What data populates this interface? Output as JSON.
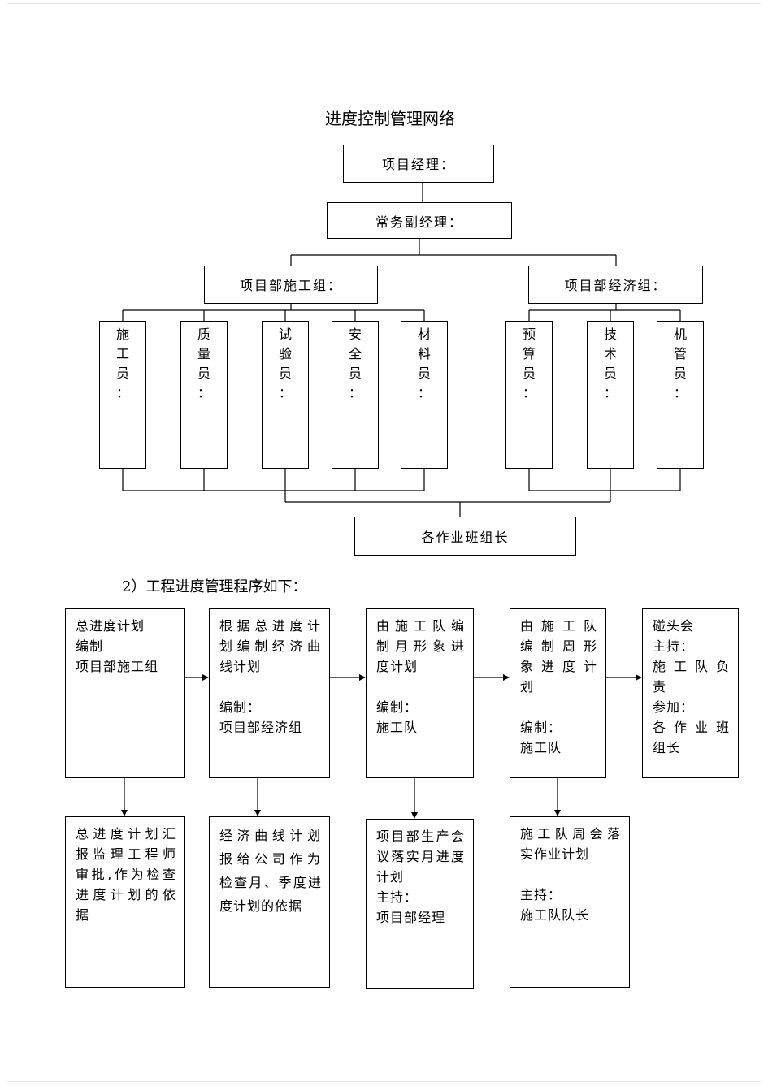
{
  "title": "进度控制管理网络",
  "org": {
    "manager": "项目经理：",
    "deputy": "常务副经理：",
    "construction_group": "项目部施工组：",
    "economic_group": "项目部经济组：",
    "staff": [
      {
        "key": "constructor",
        "chars": [
          "施",
          "工",
          "员",
          "："
        ]
      },
      {
        "key": "quality",
        "chars": [
          "质",
          "量",
          "员",
          "："
        ]
      },
      {
        "key": "tester",
        "chars": [
          "试",
          "验",
          "员",
          "："
        ]
      },
      {
        "key": "safety",
        "chars": [
          "安",
          "全",
          "员",
          "："
        ]
      },
      {
        "key": "material",
        "chars": [
          "材",
          "料",
          "员",
          "："
        ]
      },
      {
        "key": "budget",
        "chars": [
          "预",
          "算",
          "员",
          "："
        ]
      },
      {
        "key": "technician",
        "chars": [
          "技",
          "术",
          "员",
          "："
        ]
      },
      {
        "key": "machinery",
        "chars": [
          "机",
          "管",
          "员",
          "："
        ]
      }
    ],
    "team_leaders": "各作业班组长"
  },
  "procedure": {
    "heading": "2）工程进度管理程序如下：",
    "top_boxes": [
      {
        "lines": [
          "总进度计划",
          "编制",
          "项目部施工组"
        ]
      },
      {
        "lines": [
          "根据总进度计",
          "划编制经济曲",
          "线计划",
          "",
          "编制：",
          "项目部经济组"
        ]
      },
      {
        "lines": [
          "由施工队编",
          "制月形象进",
          "度计划",
          "",
          "编制：",
          "施工队"
        ]
      },
      {
        "lines": [
          "由施工队",
          "编制周形",
          "象进度计",
          "划",
          "",
          "编制：",
          "施工队"
        ]
      },
      {
        "lines": [
          "碰头会",
          "主持：",
          "施工队负",
          "责",
          "参加：",
          "各作业班",
          "组长"
        ]
      }
    ],
    "bottom_boxes": [
      {
        "lines": [
          "总进度计划汇",
          "报监理工程师",
          "审批,作为检查",
          "进度计划的依",
          "据"
        ]
      },
      {
        "lines": [
          "经济曲线计划",
          "报给公司作为",
          "检查月、季度进",
          "度计划的依据"
        ]
      },
      {
        "lines": [
          "项目部生产会",
          "议落实月进度",
          "计划",
          "主持：",
          "项目部经理"
        ]
      },
      {
        "lines": [
          "施工队周会落",
          "实作业计划",
          "",
          "主持：",
          "施工队队长"
        ]
      }
    ]
  }
}
